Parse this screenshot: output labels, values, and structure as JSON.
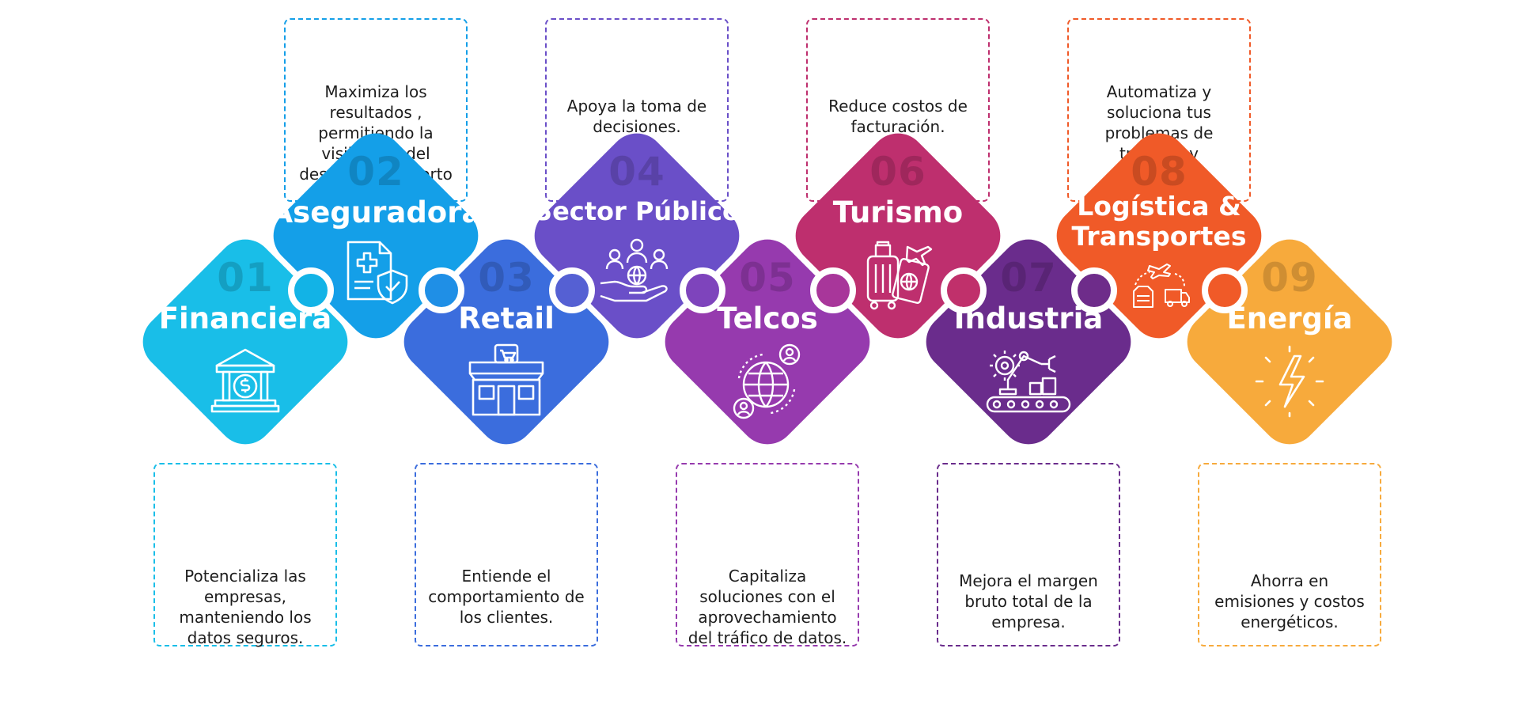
{
  "items": [
    {
      "num": "01",
      "title": "Financiera",
      "text": "Potencializa las empresas, manteniendo los datos seguros.",
      "color": "#19BEE8",
      "icon": "bank-icon"
    },
    {
      "num": "02",
      "title": "Aseguradora",
      "text": "Maximiza los resultados , permitiendo la visibilidad del desempeño a corto plazo.",
      "color": "#149FE8",
      "icon": "insurance-document-icon"
    },
    {
      "num": "03",
      "title": "Retail",
      "text": "Entiende el comportamiento de los clientes.",
      "color": "#3B6DDD",
      "icon": "store-icon"
    },
    {
      "num": "04",
      "title": "Sector Público",
      "text": "Apoya la toma de decisiones.",
      "color": "#6A4FC8",
      "icon": "people-globe-hand-icon"
    },
    {
      "num": "05",
      "title": "Telcos",
      "text": "Capitaliza soluciones con el  aprovechamiento del tráfico de datos.",
      "color": "#963AAE",
      "icon": "globe-network-icon"
    },
    {
      "num": "06",
      "title": "Turismo",
      "text": "Reduce costos de facturación.",
      "color": "#BE2F6E",
      "icon": "luggage-passport-icon"
    },
    {
      "num": "07",
      "title": "Industria",
      "text": "Mejora el margen bruto total de la empresa.",
      "color": "#6A2C8C",
      "icon": "robot-arm-conveyor-icon"
    },
    {
      "num": "08",
      "title": "Logística & Transportes",
      "text": "Automatiza y soluciona tus problemas de tracking y operación.",
      "color": "#F05A28",
      "icon": "logistics-plane-truck-icon"
    },
    {
      "num": "09",
      "title": "Energía",
      "text": "Ahorra en emisiones y costos energéticos.",
      "color": "#F7AA3C",
      "icon": "lightning-icon"
    }
  ],
  "connectors": [
    {
      "color": "#12B3E6"
    },
    {
      "color": "#1F8FE6"
    },
    {
      "color": "#5560D3"
    },
    {
      "color": "#7E44BC"
    },
    {
      "color": "#A8369A"
    },
    {
      "color": "#C0306B"
    },
    {
      "color": "#6E2C8A"
    },
    {
      "color": "#F05A28"
    }
  ]
}
